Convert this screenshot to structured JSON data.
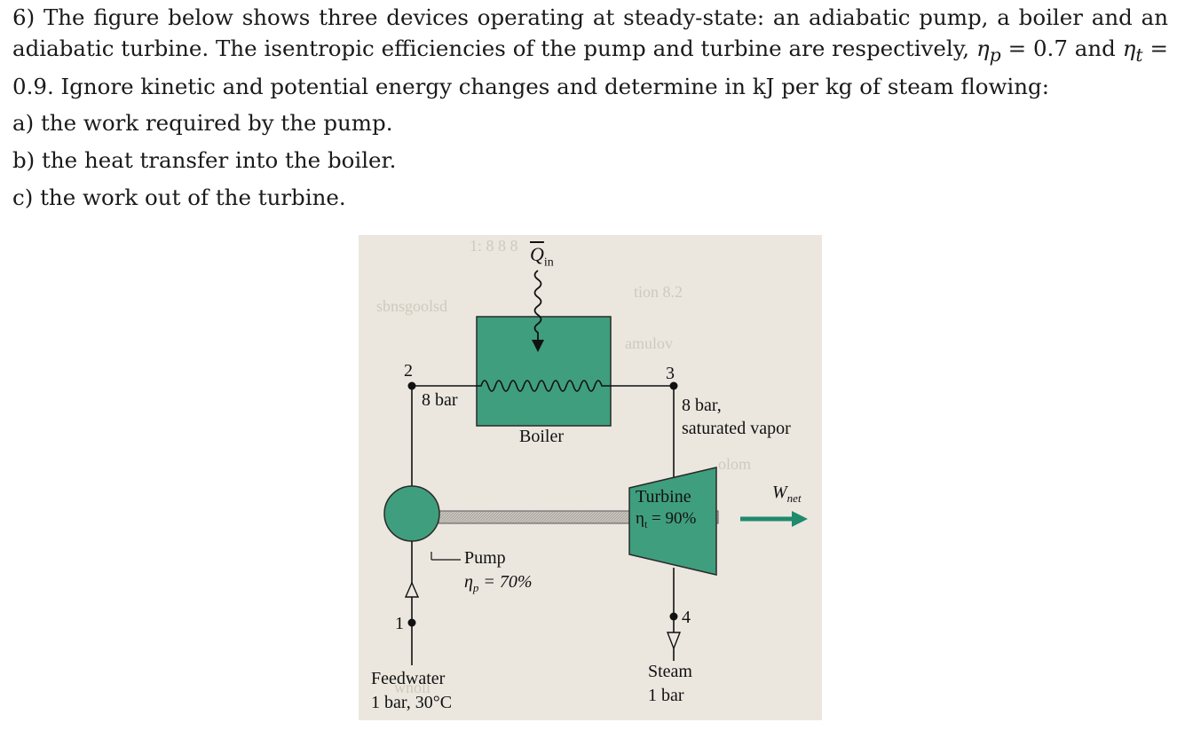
{
  "problem": {
    "intro_prefix": "6) The figure below shows three devices operating at steady-state: an adiabatic pump, a boiler and an adiabatic turbine. The isentropic efficiencies of the pump and turbine are respectively, ",
    "eta_p_symbol": "η",
    "eta_p_sub": "p",
    "eta_p_value": " = 0.7 and ",
    "eta_t_symbol": "η",
    "eta_t_sub": "t",
    "intro_suffix": " = 0.9. Ignore kinetic and potential energy changes and determine in kJ per kg of steam flowing:",
    "parts": [
      "a) the work required by the pump.",
      "b) the heat transfer into the boiler.",
      "c) the work out of the turbine."
    ]
  },
  "figure": {
    "q_in": "Q",
    "q_in_sub": "in",
    "boiler_label": "Boiler",
    "pump_label": "Pump",
    "pump_eff": "η",
    "pump_eff_sub": "p",
    "pump_eff_value": " = 70%",
    "turbine_label": "Turbine",
    "turbine_eff": "η",
    "turbine_eff_sub": "t",
    "turbine_eff_value": " = 90%",
    "w_net": "W",
    "w_net_sub": "net",
    "state_1": "1",
    "state_2": "2",
    "state_3": "3",
    "state_4": "4",
    "state_2_pressure": "8 bar",
    "state_3_pressure": "8 bar,",
    "state_3_condition": "saturated vapor",
    "feedwater_label": "Feedwater",
    "feedwater_condition": "1 bar, 30°C",
    "steam_label": "Steam",
    "steam_pressure": "1 bar",
    "colors": {
      "device_fill": "#3f9e7d",
      "device_stroke": "#2a2a2a",
      "arrow": "#1f8a6c",
      "paper": "#ebe7df"
    }
  }
}
